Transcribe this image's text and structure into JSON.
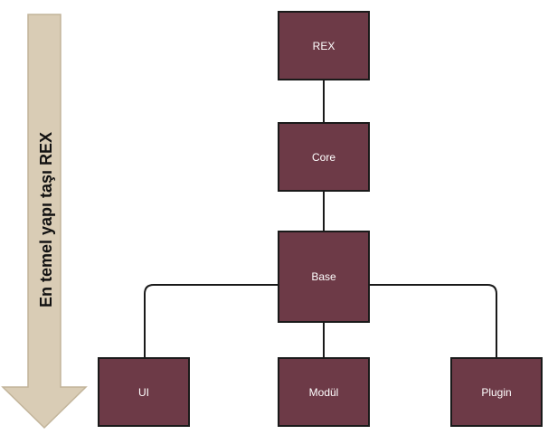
{
  "diagram": {
    "colors": {
      "node_fill": "#6d3a47",
      "node_border": "#1a1a1a",
      "node_text": "#ffffff",
      "arrow_fill": "#d9ccb5",
      "arrow_border": "#c2b49a",
      "connector": "#1a1a1a"
    },
    "arrow": {
      "label": "En temel yapı taşı REX",
      "direction": "down"
    },
    "nodes": {
      "rex": "REX",
      "core": "Core",
      "base": "Base",
      "ui": "UI",
      "modul": "Modül",
      "plugin": "Plugin"
    },
    "edges": [
      [
        "REX",
        "Core"
      ],
      [
        "Core",
        "Base"
      ],
      [
        "Base",
        "UI"
      ],
      [
        "Base",
        "Modül"
      ],
      [
        "Base",
        "Plugin"
      ]
    ]
  }
}
